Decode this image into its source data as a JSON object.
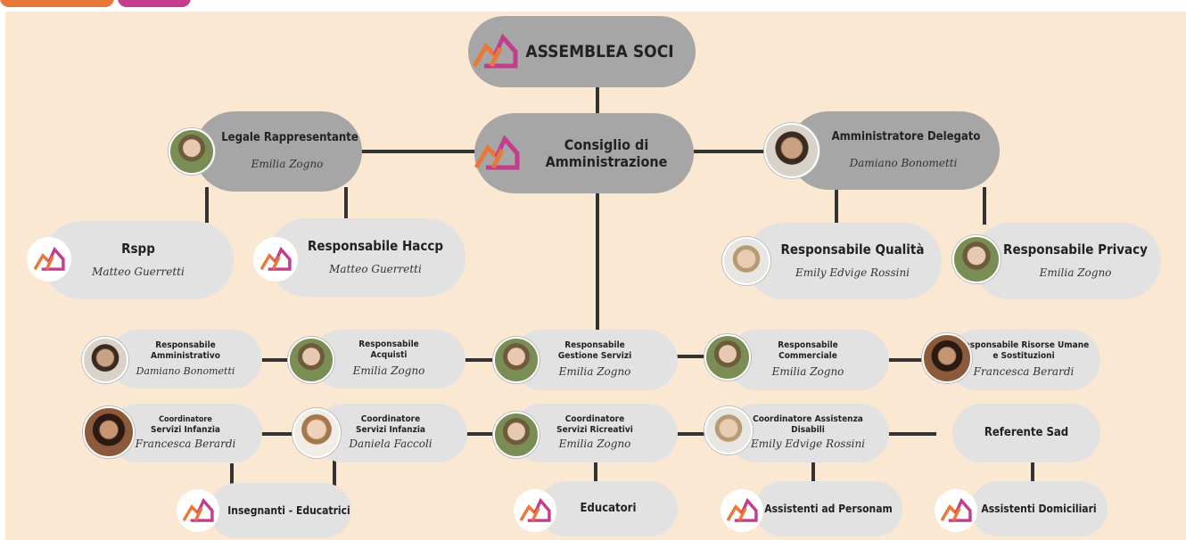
{
  "colors": {
    "background": "#fbe8d3",
    "box": "#c7c7c7",
    "box_light": "#e2e2e2",
    "box_top": "#a6a6a6",
    "logo_orange": "#e8783a",
    "logo_magenta": "#c23e8c"
  },
  "assemblea": {
    "title": "ASSEMBLEA SOCI"
  },
  "consiglio": {
    "title_line1": "Consiglio di",
    "title_line2": "Amministrazione"
  },
  "legale": {
    "title": "Legale Rappresentante",
    "name": "Emilia Zogno"
  },
  "delegato": {
    "title": "Amministratore Delegato",
    "name": "Damiano Bonometti"
  },
  "rspp": {
    "title": "Rspp",
    "name": "Matteo Guerretti"
  },
  "haccp": {
    "title": "Responsabile Haccp",
    "name": "Matteo Guerretti"
  },
  "qualita": {
    "title": "Responsabile Qualità",
    "name": "Emily Edvige Rossini"
  },
  "privacy": {
    "title": "Responsabile Privacy",
    "name": "Emilia Zogno"
  },
  "amministrativo": {
    "line1": "Responsabile",
    "line2": "Amministrativo",
    "name": "Damiano Bonometti"
  },
  "acquisti": {
    "line1": "Responsabile",
    "line2": "Acquisti",
    "name": "Emilia Zogno"
  },
  "gestione": {
    "line1": "Responsabile",
    "line2": "Gestione Servizi",
    "name": "Emilia Zogno"
  },
  "commerciale": {
    "line1": "Responsabile",
    "line2": "Commerciale",
    "name": "Emilia Zogno"
  },
  "risorse": {
    "line1": "Responsabile Risorse Umane",
    "line2": "e Sostituzioni",
    "name": "Francesca Berardi"
  },
  "coord_infanzia1": {
    "line1": "Coordinatore",
    "line2": "Servizi Infanzia",
    "name": "Francesca Berardi"
  },
  "coord_infanzia2": {
    "line1": "Coordinatore",
    "line2": "Servizi Infanzia",
    "name": "Daniela Faccoli"
  },
  "coord_ricreativi": {
    "line1": "Coordinatore",
    "line2": "Servizi Ricreativi",
    "name": "Emilia Zogno"
  },
  "coord_disabili": {
    "line1": "Coordinatore  Assistenza",
    "line2": "Disabili",
    "name": "Emily Edvige Rossini"
  },
  "referente_sad": {
    "title": "Referente Sad"
  },
  "insegnanti": {
    "title": "Insegnanti  - Educatrici"
  },
  "educatori": {
    "title": "Educatori"
  },
  "assistenti_personam": {
    "title": "Assistenti ad Personam"
  },
  "assistenti_domiciliari": {
    "title": "Assistenti Domiciliari"
  }
}
